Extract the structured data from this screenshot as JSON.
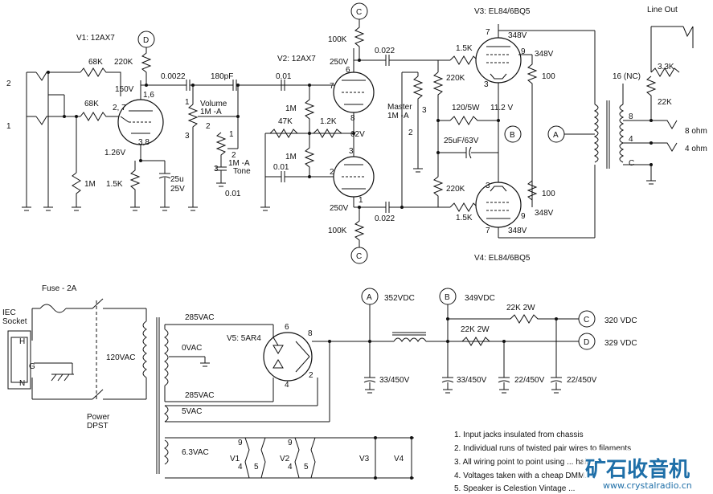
{
  "tubes": {
    "v1": "V1: 12AX7",
    "v2": "V2: 12AX7",
    "v3": "V3: EL84/6BQ5",
    "v4": "V4: EL84/6BQ5",
    "v5": "V5: 5AR4"
  },
  "nodes": {
    "a": "A",
    "b": "B",
    "c": "C",
    "d": "D"
  },
  "labels": {
    "line_out": "Line Out",
    "jack2": "2",
    "jack1": "1",
    "r68k_a": "68K",
    "r68k_b": "68K",
    "r220k": "220K",
    "c0022a": "0.0022",
    "v150": "150V",
    "pins16": "1,6",
    "pins27": "2, 7",
    "pins38": "3,8",
    "v126": "1.26V",
    "r15k": "1.5K",
    "c25u": "25u",
    "v25": "25V",
    "r1m_a": "1M",
    "vol": "Volume",
    "vol2": "1M -A",
    "c180": "180pF",
    "tone": "1M -A",
    "tone2": "Tone",
    "c001b": "0.01",
    "c001a": "0.01",
    "r100k_a": "100K",
    "v250a": "250V",
    "c0022b": "0.022",
    "p6": "6",
    "p7": "7",
    "p8": "8",
    "p3": "3",
    "p2": "2",
    "p1": "1",
    "r1m_b": "1M",
    "r47k": "47K",
    "r12k": "1.2K",
    "v62": "62V",
    "r1m_c": "1M",
    "c001c": "0.01",
    "v250b": "250V",
    "r100k_b": "100K",
    "c0022c": "0.022",
    "master": "Master",
    "master2": "1M -A",
    "r15k_a": "1.5K",
    "r220k_a": "220K",
    "r120": "120/5W",
    "v112": "11.2 V",
    "c25uf": "25uF/63V",
    "r220k_b": "220K",
    "r15k_b": "1.5K",
    "v348a": "348V",
    "v348b": "348V",
    "v348c": "348V",
    "v348d": "348V",
    "r100a": "100",
    "r100b": "100",
    "nc": "16 (NC)",
    "r33k": "3.3K",
    "r22k": "22K",
    "t8": "8",
    "t4": "4",
    "tc": "C",
    "ohm8": "8 ohm",
    "ohm4": "4 ohm",
    "fuse": "Fuse - 2A",
    "iec": "IEC",
    "socket": "Socket",
    "h": "H",
    "g": "G",
    "n": "N",
    "v120": "120VAC",
    "power": "Power",
    "dpst": "DPST",
    "v285a": "285VAC",
    "v0": "0VAC",
    "v285b": "285VAC",
    "v5vac": "5VAC",
    "v63": "6.3VAC",
    "r5p6": "6",
    "r5p8": "8",
    "r5p2": "2",
    "r5p4": "4",
    "v352": "352VDC",
    "v349": "349VDC",
    "r22k2w_a": "22K 2W",
    "r22k2w_b": "22K 2W",
    "v320": "320 VDC",
    "v329": "329 VDC",
    "c33a": "33/450V",
    "c33b": "33/450V",
    "c22a": "22/450V",
    "c22b": "22/450V",
    "h9a": "9",
    "h9b": "9",
    "h4a": "4",
    "h4b": "4",
    "h5a": "5",
    "h5b": "5",
    "hv1": "V1",
    "hv2": "V2",
    "hv3": "V3",
    "hv4": "V4"
  },
  "notes": [
    "1. Input jacks insulated from chassis",
    "2. Individual runs of twisted pair wires to filaments",
    "3. All wiring point to point using ... hair ...",
    "4. Voltages taken with a cheap DMM.",
    "5. Speaker is Celestion Vintage ..."
  ],
  "watermark": {
    "cn": "矿石收音机",
    "url": "www.crystalradio.cn"
  }
}
